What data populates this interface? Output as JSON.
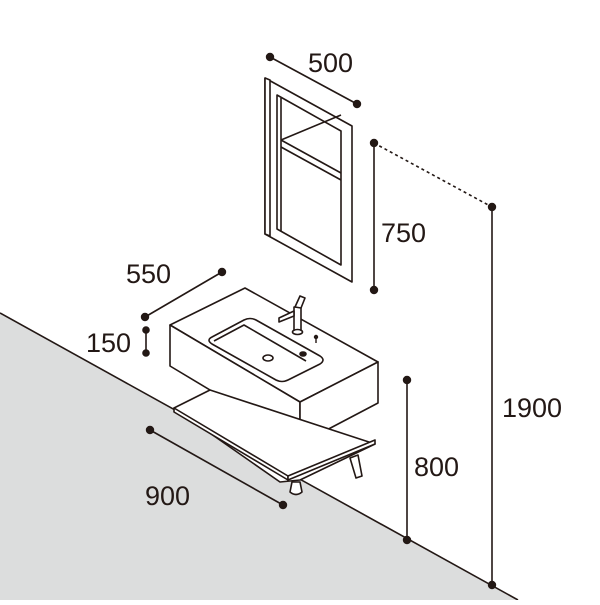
{
  "diagram": {
    "dimensions": {
      "mirror_width": "500",
      "mirror_height": "750",
      "total_height": "1900",
      "basin_depth": "550",
      "basin_thickness": "150",
      "counter_height": "800",
      "shelf_width": "900"
    },
    "colors": {
      "line": "#231815",
      "floor": "#dcdddd",
      "surface": "#ffffff"
    }
  }
}
